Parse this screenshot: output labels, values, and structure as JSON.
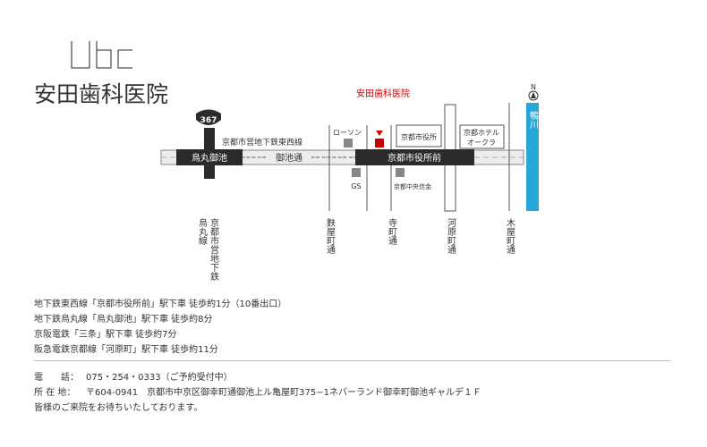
{
  "logo": {
    "mark_text": "ydc",
    "clinic_name": "安田歯科医院"
  },
  "map": {
    "clinic_label": "安田歯科医院",
    "route_badge": "367",
    "stations": {
      "karasuma_oike": "烏丸御池",
      "shiyakusho_mae": "京都市役所前"
    },
    "oike_street": "御池通",
    "tozai_line": "京都市営地下鉄東西線",
    "streets_vertical": {
      "karasuma_line": "烏丸線",
      "subway": "京都市営地下鉄",
      "fuyacho": "麩屋町通",
      "teramachi": "寺町通",
      "kawaramachi": "河原町通",
      "kiyamachi": "木屋町通"
    },
    "landmarks": {
      "lawson": "ローソン",
      "city_hall": "京都市役所",
      "hotel_okura": [
        "京都ホテル",
        "オークラ"
      ],
      "gas_station": "GS",
      "shinkin": "京都中央信金"
    },
    "river": "鴨川",
    "north": "N",
    "colors": {
      "accent": "#cc0000",
      "river": "#29a6d8",
      "station": "#2b2b2b",
      "road_fill": "#ededed",
      "line": "#555555"
    }
  },
  "directions": [
    "地下鉄東西線「京都市役所前」駅下車 徒歩約1分（10番出口）",
    "地下鉄烏丸線「烏丸御池」駅下車 徒歩約8分",
    "京阪電鉄「三条」駅下車 徒歩約7分",
    "阪急電鉄京都線「河原町」駅下車 徒歩約11分"
  ],
  "contact": {
    "phone_label": "電　　話：",
    "phone": "075・254・0333（ご予約受付中）",
    "address_label": "所 在 地：",
    "address": "〒604-0941　京都市中京区御幸町通御池上ル亀屋町375−1ネバーランド御幸町御池ギャルデ１Ｆ",
    "note": "皆様のご来院をお待ちいたしております。"
  }
}
